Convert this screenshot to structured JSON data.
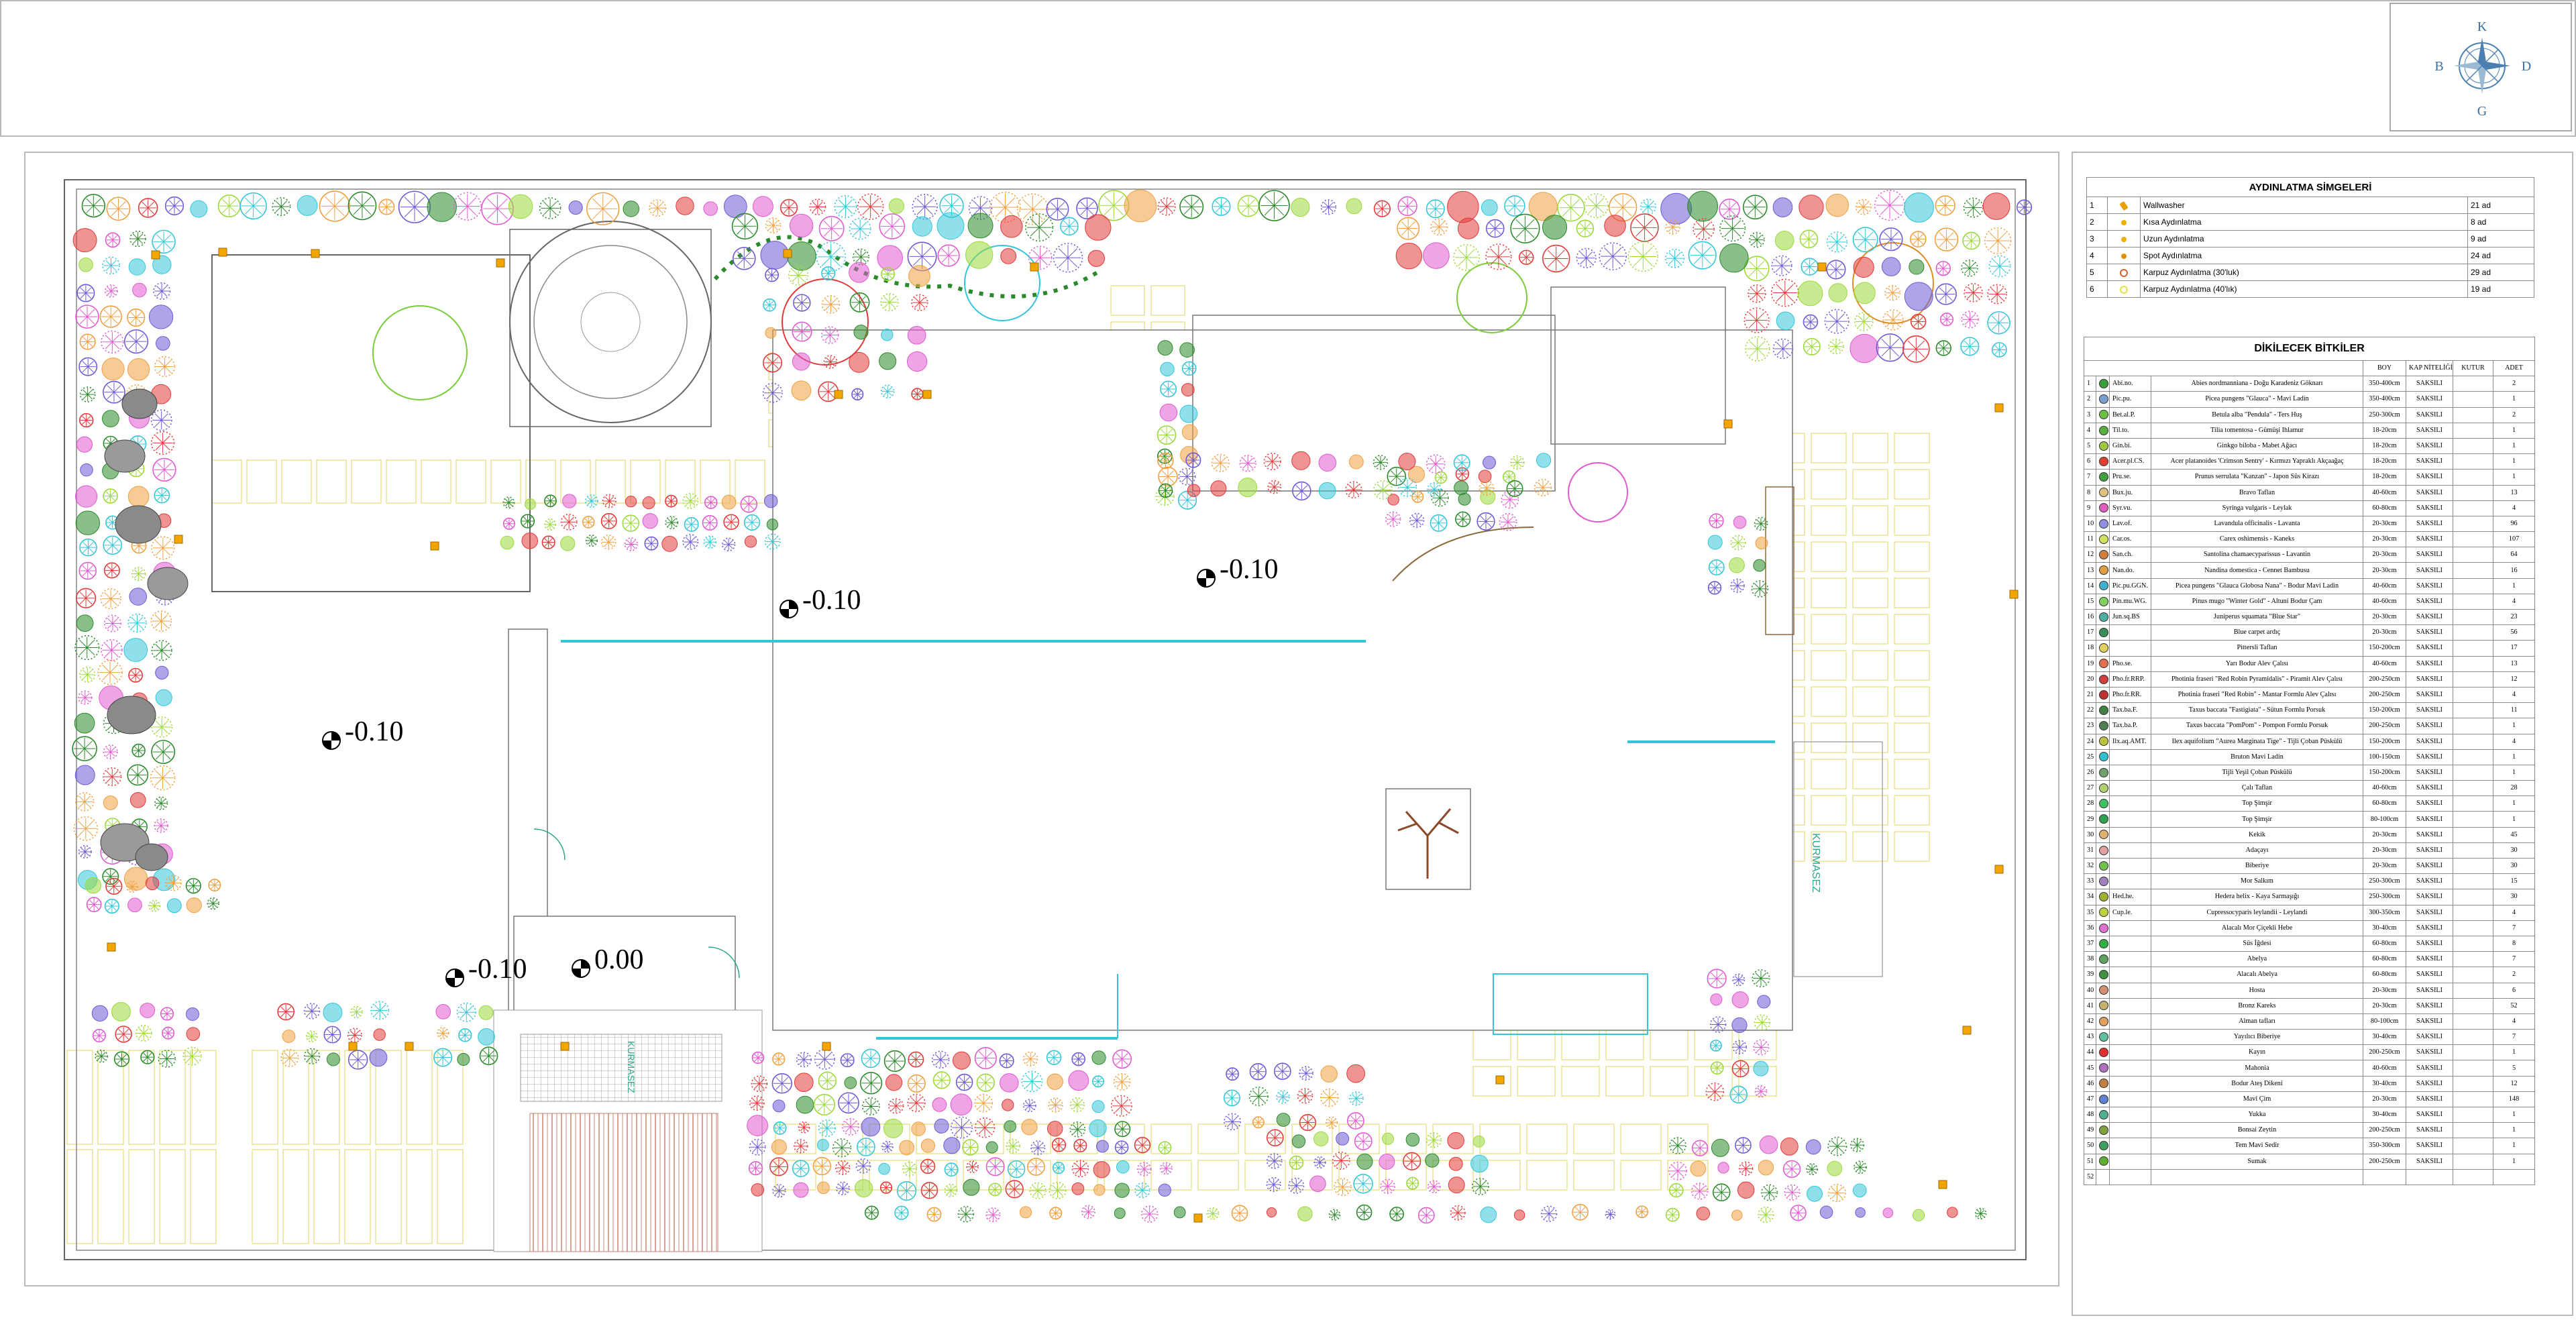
{
  "compass": {
    "north": "K",
    "south": "G",
    "west": "B",
    "east": "D"
  },
  "elevations": [
    "-0.10",
    "-0.10",
    "-0.10",
    "-0.10",
    "0.00"
  ],
  "plan_labels": {
    "no_build_1": "KURMASEZ",
    "no_build_2": "KURMASEZ"
  },
  "colors": {
    "wall": "#555555",
    "lighting": "#f3a600",
    "path": "#e6dc7a",
    "water": "#33c6d8",
    "green_dark": "#2a8a2a",
    "green_light": "#9bd93a",
    "red": "#e23a3a",
    "purple": "#6b5bd6",
    "orange": "#f0a040",
    "pink": "#e05ad0"
  },
  "lighting_legend": {
    "title": "AYDINLATMA SİMGELERİ",
    "rows": [
      {
        "no": "1",
        "icon": "wallwasher-icon",
        "color": "#e8a000",
        "name": "Wallwasher",
        "qty": "21 ad"
      },
      {
        "no": "2",
        "icon": "short-light-icon",
        "color": "#f0b000",
        "name": "Kısa Aydınlatma",
        "qty": "8 ad"
      },
      {
        "no": "3",
        "icon": "long-light-icon",
        "color": "#f0b000",
        "name": "Uzun Aydınlatma",
        "qty": "9 ad"
      },
      {
        "no": "4",
        "icon": "spot-light-icon",
        "color": "#e09000",
        "name": "Spot Aydınlatma",
        "qty": "24 ad"
      },
      {
        "no": "5",
        "icon": "globe-30-icon",
        "color": "#d86030",
        "name": "Karpuz Aydınlatma (30'luk)",
        "qty": "29 ad"
      },
      {
        "no": "6",
        "icon": "globe-40-icon",
        "color": "#e8e040",
        "name": "Karpuz Aydınlatma (40'lık)",
        "qty": "19 ad"
      }
    ]
  },
  "plant_table": {
    "title": "DİKİLECEK BİTKİLER",
    "headers": {
      "height": "BOY",
      "quality": "KAP NİTELİĞİ",
      "box": "KUTUR",
      "qty": "ADET"
    },
    "rows": [
      {
        "no": "1",
        "color": "#3aa03a",
        "code": "Abi.no.",
        "name": "Abies nordmanniana - Doğu Karadeniz Göknarı",
        "height": "350-400cm",
        "quality": "SAKSILI",
        "qty": "2"
      },
      {
        "no": "2",
        "color": "#7aa0d0",
        "code": "Pic.pu.",
        "name": "Picea pungens \"Glauca\" - Mavi Ladin",
        "height": "350-400cm",
        "quality": "SAKSILI",
        "qty": "1"
      },
      {
        "no": "3",
        "color": "#6ac040",
        "code": "Bet.al.P.",
        "name": "Betula alba \"Pendula\" - Ters Huş",
        "height": "250-300cm",
        "quality": "SAKSILI",
        "qty": "2"
      },
      {
        "no": "4",
        "color": "#58b040",
        "code": "Til.to.",
        "name": "Tilia tomentosa - Gümüşi Ihlamur",
        "height": "18-20cm",
        "quality": "SAKSILI",
        "qty": "1"
      },
      {
        "no": "5",
        "color": "#a0c840",
        "code": "Gin.bi.",
        "name": "Ginkgo biloba - Mabet Ağacı",
        "height": "18-20cm",
        "quality": "SAKSILI",
        "qty": "1"
      },
      {
        "no": "6",
        "color": "#e04030",
        "code": "Acer.pl.CS.",
        "name": "Acer platanoides 'Crimson Sentry' - Kırmızı Yapraklı Akçaağaç",
        "height": "18-20cm",
        "quality": "SAKSILI",
        "qty": "1"
      },
      {
        "no": "7",
        "color": "#40a040",
        "code": "Pru.se.",
        "name": "Prunus serrulata \"Kanzan\" - Japon Süs Kirazı",
        "height": "18-20cm",
        "quality": "SAKSILI",
        "qty": "1"
      },
      {
        "no": "8",
        "color": "#e0c080",
        "code": "Bux.ju.",
        "name": "Bravo Taflan",
        "height": "40-60cm",
        "quality": "SAKSILI",
        "qty": "13"
      },
      {
        "no": "9",
        "color": "#e060c0",
        "code": "Syr.vu.",
        "name": "Syringa vulgaris - Leylak",
        "height": "60-80cm",
        "quality": "SAKSILI",
        "qty": "4"
      },
      {
        "no": "10",
        "color": "#9090e0",
        "code": "Lav.of.",
        "name": "Lavandula officinalis - Lavanta",
        "height": "20-30cm",
        "quality": "SAKSILI",
        "qty": "96"
      },
      {
        "no": "11",
        "color": "#d0e060",
        "code": "Car.os.",
        "name": "Carex oshimensis - Kaneks",
        "height": "20-30cm",
        "quality": "SAKSILI",
        "qty": "107"
      },
      {
        "no": "12",
        "color": "#d08040",
        "code": "San.ch.",
        "name": "Santolina chamaecyparissus - Lavantin",
        "height": "20-30cm",
        "quality": "SAKSILI",
        "qty": "64"
      },
      {
        "no": "13",
        "color": "#e0a040",
        "code": "Nan.do.",
        "name": "Nandina domestica - Cennet Bambusu",
        "height": "20-30cm",
        "quality": "SAKSILI",
        "qty": "16"
      },
      {
        "no": "14",
        "color": "#40b0d0",
        "code": "Pic.pu.GGN.",
        "name": "Picea pungens \"Glauca Globosa Nana\" - Bodur Mavi Ladin",
        "height": "40-60cm",
        "quality": "SAKSILI",
        "qty": "1"
      },
      {
        "no": "15",
        "color": "#80d060",
        "code": "Pin.mu.WG.",
        "name": "Pinus mugo \"Winter Gold\" - Altuni Bodur Çam",
        "height": "40-60cm",
        "quality": "SAKSILI",
        "qty": "4"
      },
      {
        "no": "16",
        "color": "#50b0a0",
        "code": "Jun.sq.BS",
        "name": "Juniperus squamata \"Blue Star\"",
        "height": "20-30cm",
        "quality": "SAKSILI",
        "qty": "23"
      },
      {
        "no": "17",
        "color": "#3a8a5a",
        "code": "",
        "name": "Blue carpet ardıç",
        "height": "20-30cm",
        "quality": "SAKSILI",
        "qty": "56"
      },
      {
        "no": "18",
        "color": "#e0d060",
        "code": "",
        "name": "Pittersli Taflan",
        "height": "150-200cm",
        "quality": "SAKSILI",
        "qty": "17"
      },
      {
        "no": "19",
        "color": "#e07050",
        "code": "Pho.se.",
        "name": "Yarı Bodur Alev Çalısı",
        "height": "40-60cm",
        "quality": "SAKSILI",
        "qty": "13"
      },
      {
        "no": "20",
        "color": "#d04040",
        "code": "Pho.fr.RRP.",
        "name": "Photinia fraseri \"Red Robin Pyramidalis\" - Piramit Alev Çalısı",
        "height": "200-250cm",
        "quality": "SAKSILI",
        "qty": "12"
      },
      {
        "no": "21",
        "color": "#c03030",
        "code": "Pho.fr.RR.",
        "name": "Photinia fraseri \"Red Robin\" - Mantar Formlu Alev Çalısı",
        "height": "200-250cm",
        "quality": "SAKSILI",
        "qty": "4"
      },
      {
        "no": "22",
        "color": "#408040",
        "code": "Tax.ba.F.",
        "name": "Taxus baccata \"Fastigiata\" - Sütun Formlu Porsuk",
        "height": "150-200cm",
        "quality": "SAKSILI",
        "qty": "11"
      },
      {
        "no": "23",
        "color": "#508050",
        "code": "Tax.ba.P.",
        "name": "Taxus baccata \"PomPom\" - Pompon Formlu Porsuk",
        "height": "200-250cm",
        "quality": "SAKSILI",
        "qty": "1"
      },
      {
        "no": "24",
        "color": "#c0c040",
        "code": "Ilx.aq.AMT.",
        "name": "Ilex aquifolium \"Aurea Marginata Tige\" - Tijli Çoban Püskülü",
        "height": "150-200cm",
        "quality": "SAKSILI",
        "qty": "4"
      },
      {
        "no": "25",
        "color": "#30c0d0",
        "code": "",
        "name": "Bruton Mavi Ladin",
        "height": "100-150cm",
        "quality": "SAKSILI",
        "qty": "1"
      },
      {
        "no": "26",
        "color": "#70a070",
        "code": "",
        "name": "Tijli Yeşil Çoban Püskülü",
        "height": "150-200cm",
        "quality": "SAKSILI",
        "qty": "1"
      },
      {
        "no": "27",
        "color": "#b0d070",
        "code": "",
        "name": "Çalı Taflan",
        "height": "40-60cm",
        "quality": "SAKSILI",
        "qty": "28"
      },
      {
        "no": "28",
        "color": "#40c060",
        "code": "",
        "name": "Top Şimşir",
        "height": "60-80cm",
        "quality": "SAKSILI",
        "qty": "1"
      },
      {
        "no": "29",
        "color": "#30a050",
        "code": "",
        "name": "Top Şimşir",
        "height": "80-100cm",
        "quality": "SAKSILI",
        "qty": "1"
      },
      {
        "no": "30",
        "color": "#e0b070",
        "code": "",
        "name": "Kekik",
        "height": "20-30cm",
        "quality": "SAKSILI",
        "qty": "45"
      },
      {
        "no": "31",
        "color": "#e0a0a0",
        "code": "",
        "name": "Adaçayı",
        "height": "20-30cm",
        "quality": "SAKSILI",
        "qty": "30"
      },
      {
        "no": "32",
        "color": "#70c050",
        "code": "",
        "name": "Biberiye",
        "height": "20-30cm",
        "quality": "SAKSILI",
        "qty": "30"
      },
      {
        "no": "33",
        "color": "#a080c0",
        "code": "",
        "name": "Mor Salkım",
        "height": "250-300cm",
        "quality": "SAKSILI",
        "qty": "15"
      },
      {
        "no": "34",
        "color": "#a0b030",
        "code": "Hed.he.",
        "name": "Hedera helix - Kaya Sarmaşığı",
        "height": "250-300cm",
        "quality": "SAKSILI",
        "qty": "30"
      },
      {
        "no": "35",
        "color": "#c0d040",
        "code": "Cup.le.",
        "name": "Cupressocyparis leylandii - Leylandi",
        "height": "300-350cm",
        "quality": "SAKSILI",
        "qty": "4"
      },
      {
        "no": "36",
        "color": "#e070d0",
        "code": "",
        "name": "Alacalı Mor Çiçekli Hebe",
        "height": "30-40cm",
        "quality": "SAKSILI",
        "qty": "7"
      },
      {
        "no": "37",
        "color": "#30b040",
        "code": "",
        "name": "Süs İğdesi",
        "height": "60-80cm",
        "quality": "SAKSILI",
        "qty": "8"
      },
      {
        "no": "38",
        "color": "#60a060",
        "code": "",
        "name": "Abelya",
        "height": "60-80cm",
        "quality": "SAKSILI",
        "qty": "7"
      },
      {
        "no": "39",
        "color": "#409040",
        "code": "",
        "name": "Alacalı Abelya",
        "height": "60-80cm",
        "quality": "SAKSILI",
        "qty": "2"
      },
      {
        "no": "40",
        "color": "#d09070",
        "code": "",
        "name": "Hosta",
        "height": "20-30cm",
        "quality": "SAKSILI",
        "qty": "6"
      },
      {
        "no": "41",
        "color": "#c8b070",
        "code": "",
        "name": "Bronz Kareks",
        "height": "20-30cm",
        "quality": "SAKSILI",
        "qty": "52"
      },
      {
        "no": "42",
        "color": "#e0a060",
        "code": "",
        "name": "Alman tafları",
        "height": "80-100cm",
        "quality": "SAKSILI",
        "qty": "4"
      },
      {
        "no": "43",
        "color": "#60c0a0",
        "code": "",
        "name": "Yayılıcı Biberiye",
        "height": "30-40cm",
        "quality": "SAKSILI",
        "qty": "7"
      },
      {
        "no": "44",
        "color": "#e03030",
        "code": "",
        "name": "Kayın",
        "height": "200-250cm",
        "quality": "SAKSILI",
        "qty": "1"
      },
      {
        "no": "45",
        "color": "#b070c0",
        "code": "",
        "name": "Mahonia",
        "height": "40-60cm",
        "quality": "SAKSILI",
        "qty": "5"
      },
      {
        "no": "46",
        "color": "#c08040",
        "code": "",
        "name": "Bodur Ateş Dikeni",
        "height": "30-40cm",
        "quality": "SAKSILI",
        "qty": "12"
      },
      {
        "no": "47",
        "color": "#6080d0",
        "code": "",
        "name": "Mavi Çim",
        "height": "20-30cm",
        "quality": "SAKSILI",
        "qty": "148"
      },
      {
        "no": "48",
        "color": "#50b090",
        "code": "",
        "name": "Yukka",
        "height": "30-40cm",
        "quality": "SAKSILI",
        "qty": "1"
      },
      {
        "no": "49",
        "color": "#80a040",
        "code": "",
        "name": "Bonsai Zeytin",
        "height": "200-250cm",
        "quality": "SAKSILI",
        "qty": "1"
      },
      {
        "no": "50",
        "color": "#40a060",
        "code": "",
        "name": "Tem Mavi Sedir",
        "height": "350-300cm",
        "quality": "SAKSILI",
        "qty": "1"
      },
      {
        "no": "51",
        "color": "#60b030",
        "code": "",
        "name": "Sumak",
        "height": "200-250cm",
        "quality": "SAKSILI",
        "qty": "1"
      },
      {
        "no": "52",
        "color": "",
        "code": "",
        "name": "",
        "height": "",
        "quality": "",
        "qty": ""
      }
    ]
  }
}
